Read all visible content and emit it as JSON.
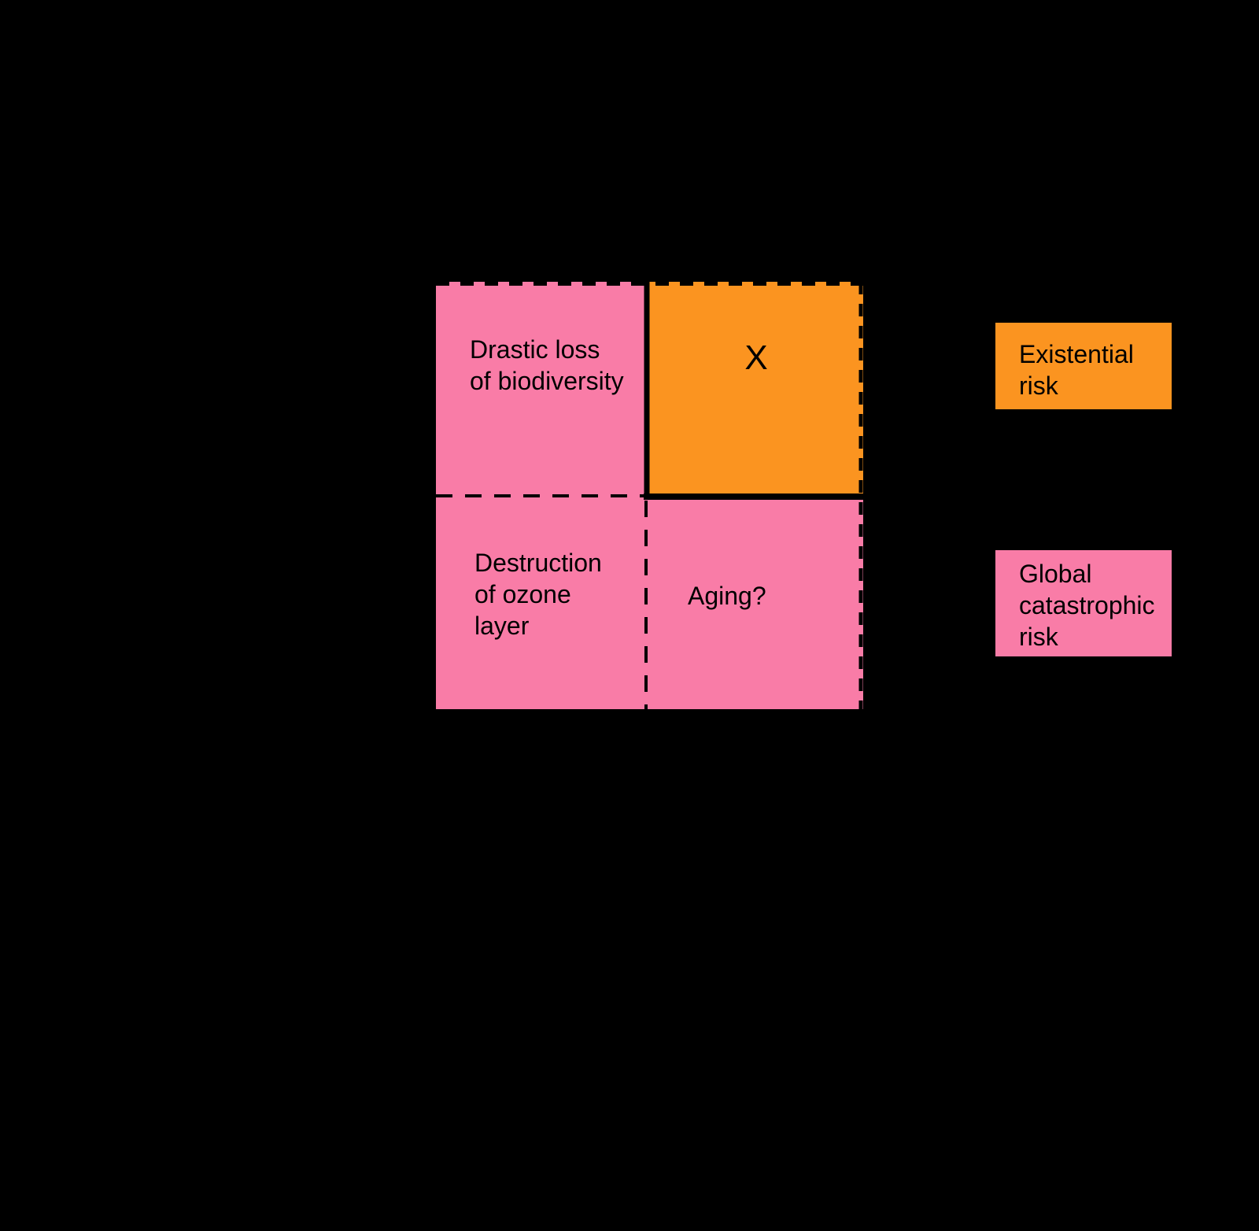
{
  "colors": {
    "background": "#000000",
    "pink": "#F97CA7",
    "orange": "#FB9420",
    "line": "#000000",
    "text": "#000000"
  },
  "matrix": {
    "cells": {
      "top_left": {
        "label": "Drastic loss\nof biodiversity",
        "color": "pink"
      },
      "top_right": {
        "label": "X",
        "color": "orange"
      },
      "bottom_left": {
        "label": "Destruction\nof ozone\nlayer",
        "color": "pink"
      },
      "bottom_right": {
        "label": "Aging?",
        "color": "pink"
      }
    }
  },
  "legend": {
    "existential": {
      "label": "Existential\nrisk",
      "color": "orange"
    },
    "global_catastrophic": {
      "label": "Global\ncatastrophic\nrisk",
      "color": "pink"
    }
  }
}
